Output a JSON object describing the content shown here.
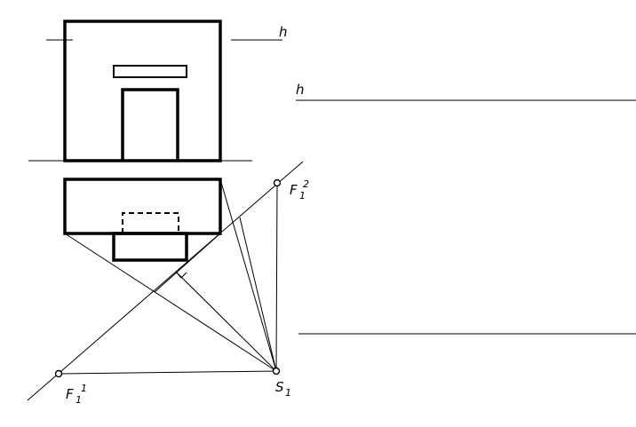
{
  "labels": {
    "horizon_front": "h",
    "horizon_right": "h",
    "vanishing_point_1": {
      "base": "F",
      "sub": "1",
      "sup": "1"
    },
    "vanishing_point_2": {
      "base": "F",
      "sub": "1",
      "sup": "2"
    },
    "station_point": {
      "base": "S",
      "sub": "1"
    }
  }
}
